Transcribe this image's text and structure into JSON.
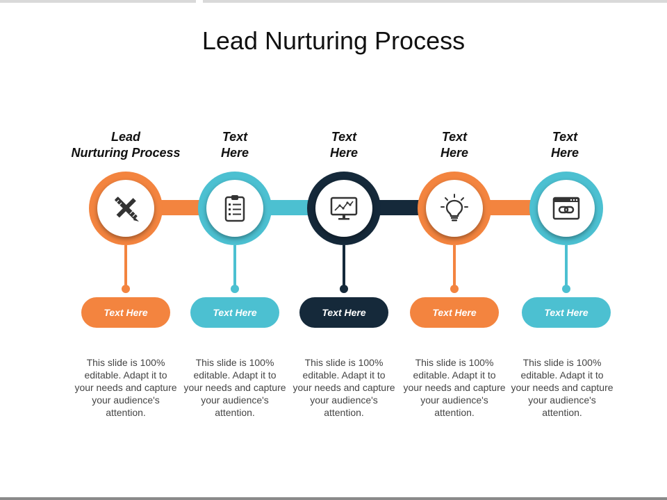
{
  "title": "Lead Nurturing Process",
  "colors": {
    "orange": "#F3843F",
    "teal": "#4CC0D1",
    "navy": "#15293A",
    "icon": "#333333"
  },
  "steps": [
    {
      "heading": "Lead\nNurturing Process",
      "pill": "Text Here",
      "description": "This slide is 100% editable. Adapt it to your needs and capture your audience's attention.",
      "color": "orange",
      "icon": "pencil-ruler-icon"
    },
    {
      "heading": "Text\nHere",
      "pill": "Text Here",
      "description": "This slide is 100% editable. Adapt it to your needs and capture your audience's attention.",
      "color": "teal",
      "icon": "clipboard-checklist-icon"
    },
    {
      "heading": "Text\nHere",
      "pill": "Text Here",
      "description": "This slide is 100% editable. Adapt it to your needs and capture your audience's attention.",
      "color": "navy",
      "icon": "monitor-chart-icon"
    },
    {
      "heading": "Text\nHere",
      "pill": "Text Here",
      "description": "This slide is 100% editable. Adapt it to your needs and capture your audience's attention.",
      "color": "orange",
      "icon": "lightbulb-icon"
    },
    {
      "heading": "Text\nHere",
      "pill": "Text Here",
      "description": "This slide is 100% editable. Adapt it to your needs and capture your audience's attention.",
      "color": "teal",
      "icon": "browser-link-icon"
    }
  ]
}
